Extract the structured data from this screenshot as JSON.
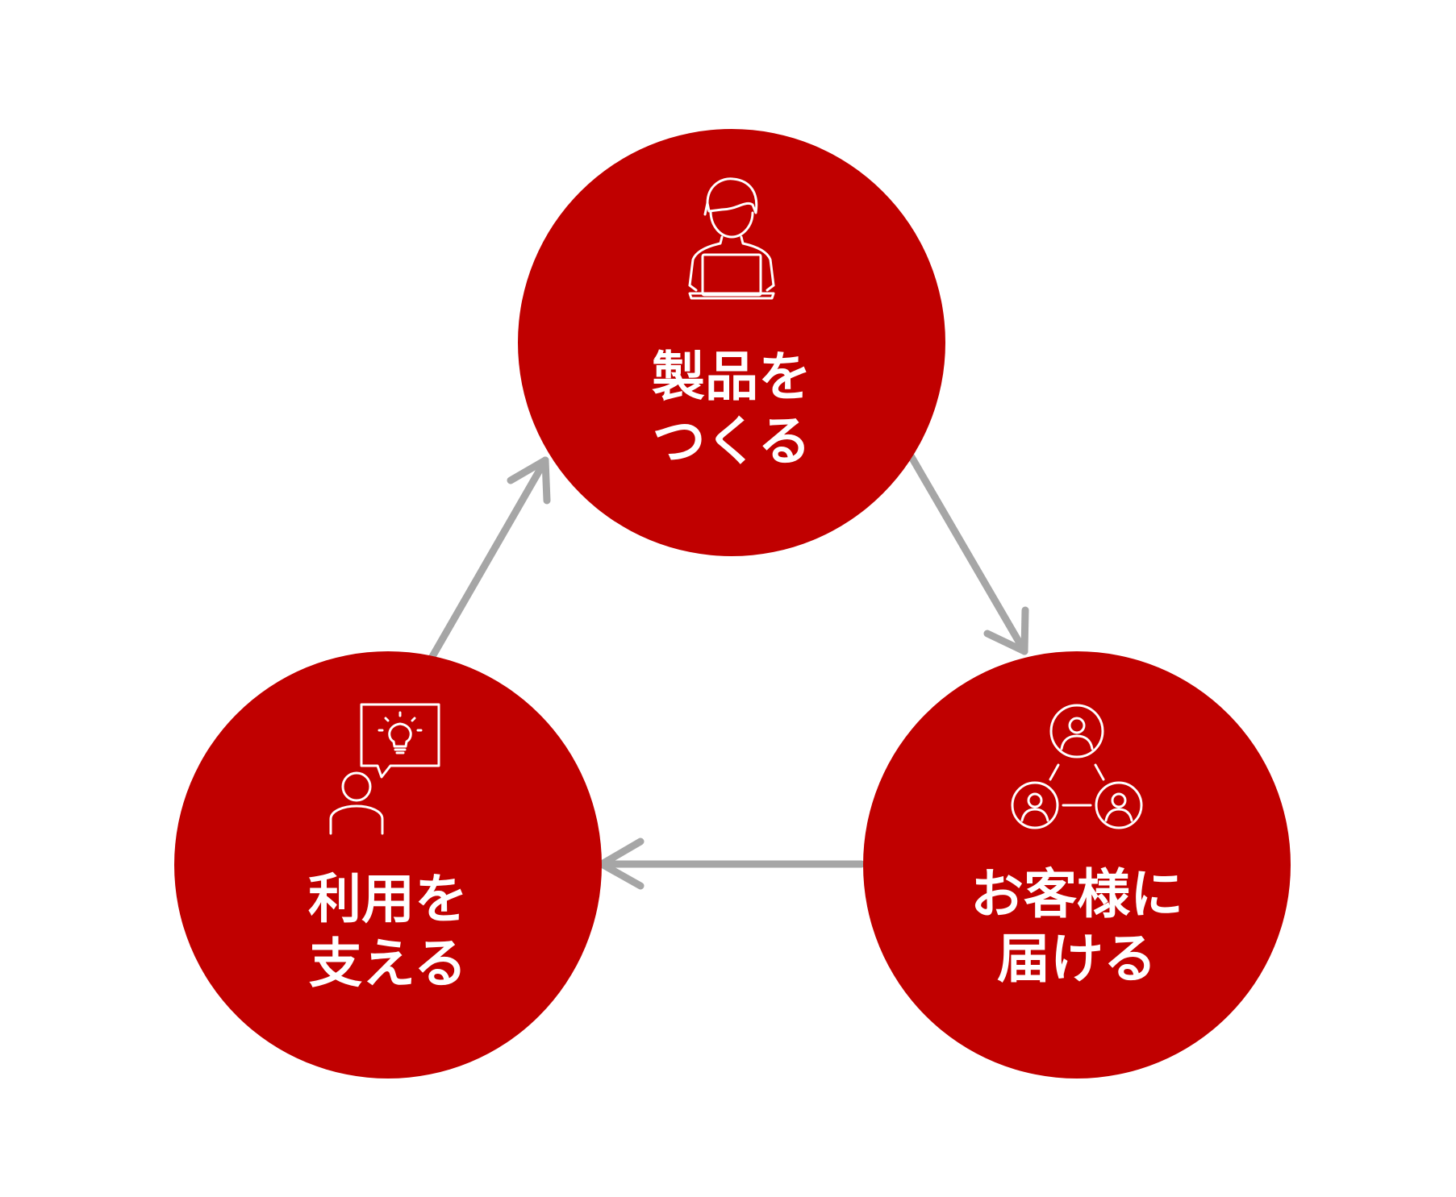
{
  "diagram": {
    "type": "cycle",
    "colors": {
      "node_fill": "#c00000",
      "node_text": "#ffffff",
      "icon_stroke": "#ffffff",
      "arrow": "#a6a6a6"
    },
    "nodes": [
      {
        "id": "make",
        "icon": "person-with-laptop-icon",
        "label_lines": [
          "製品を",
          "つくる"
        ]
      },
      {
        "id": "deliver",
        "icon": "customer-network-icon",
        "label_lines": [
          "お客様に",
          "届ける"
        ]
      },
      {
        "id": "support",
        "icon": "person-with-idea-bubble-icon",
        "label_lines": [
          "利用を",
          "支える"
        ]
      }
    ],
    "edges": [
      {
        "from": "make",
        "to": "deliver"
      },
      {
        "from": "deliver",
        "to": "support"
      },
      {
        "from": "support",
        "to": "make"
      }
    ]
  }
}
